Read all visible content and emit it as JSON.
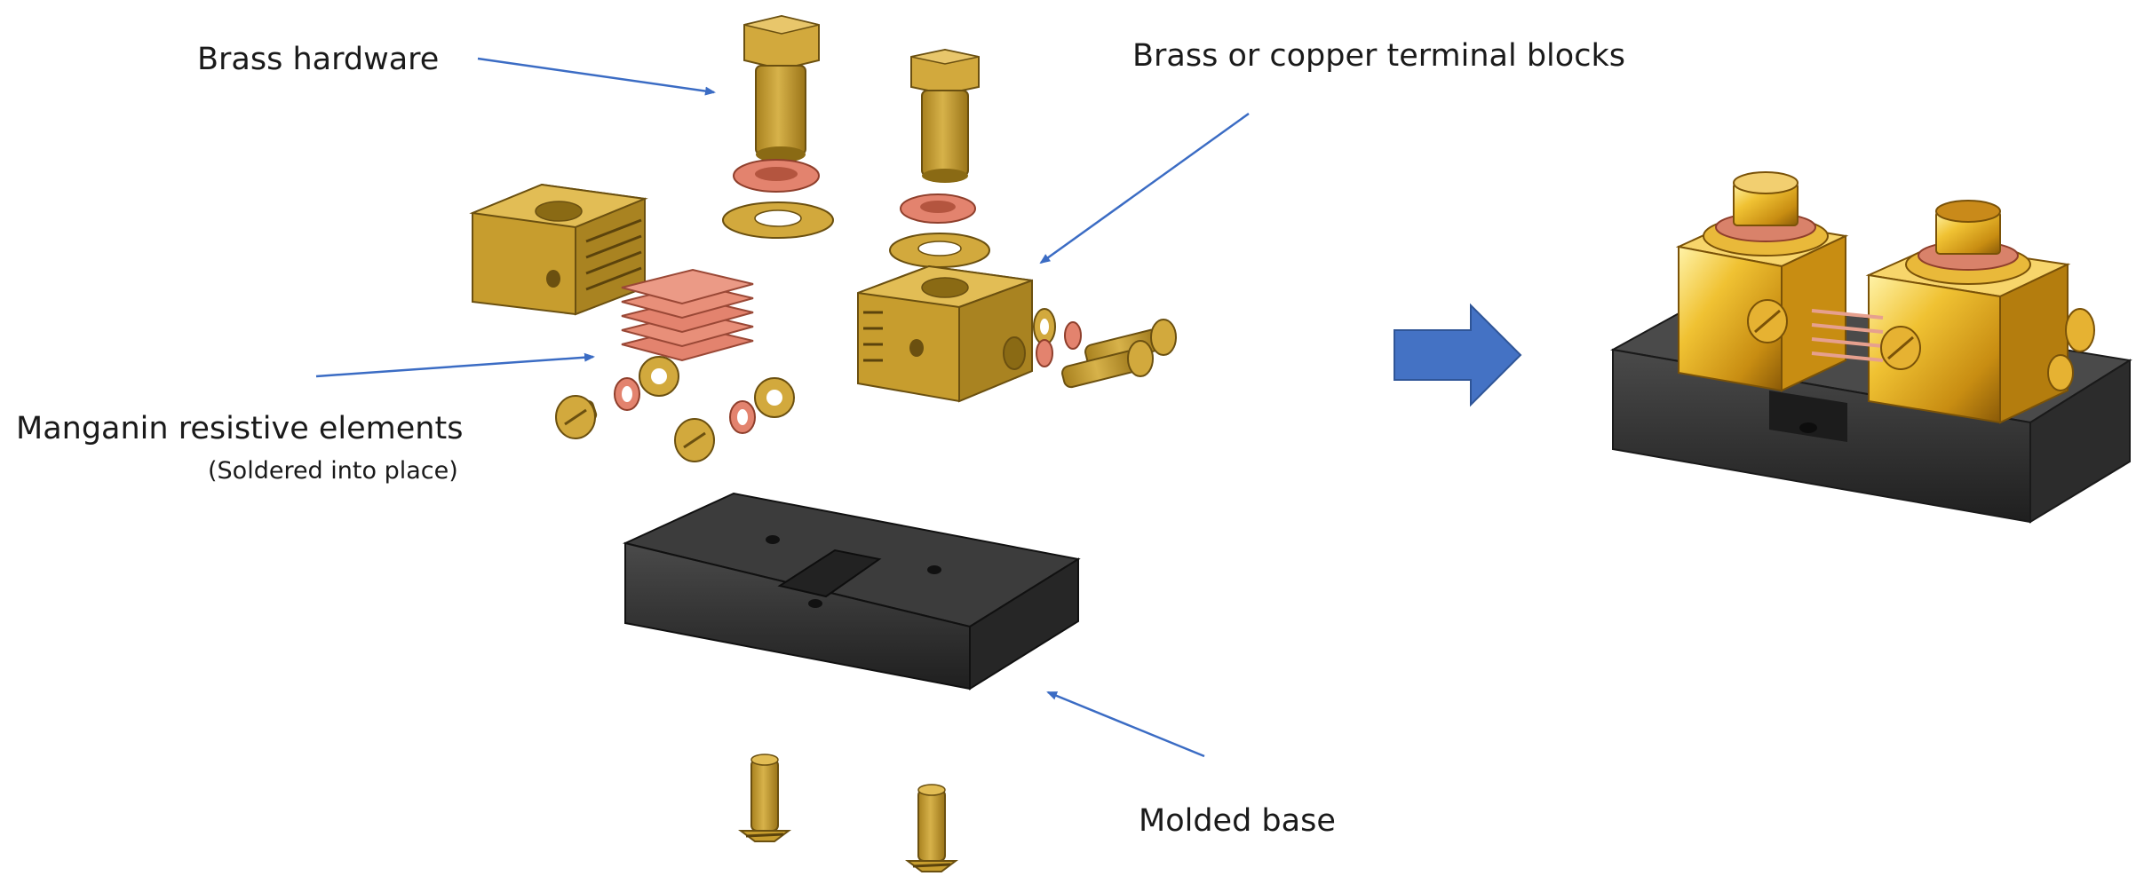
{
  "labels": {
    "brass_hardware": "Brass hardware",
    "terminal_blocks": "Brass or copper terminal blocks",
    "manganin": "Manganin resistive elements",
    "soldered": "(Soldered into place)",
    "molded_base": "Molded base"
  },
  "colors": {
    "brass": "#c9a23a",
    "brass_dark": "#8a6a14",
    "brass_light": "#e6c560",
    "copper": "#e3836e",
    "copper_dark": "#b4553f",
    "base": "#2f2f2f",
    "base_dark": "#1c1c1c",
    "arrow_line": "#3b6cc4",
    "big_arrow": "#4472c4"
  }
}
